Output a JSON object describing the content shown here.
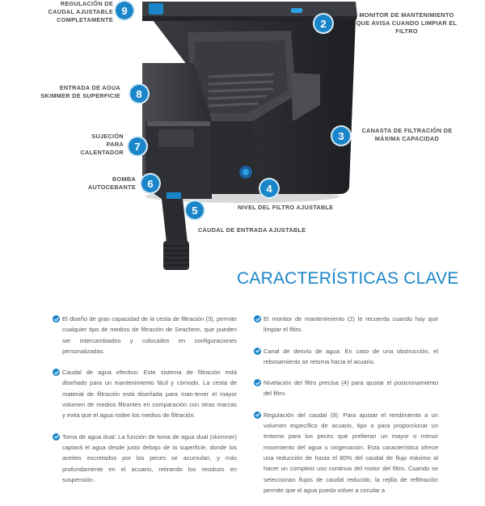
{
  "callouts": [
    {
      "n": "9",
      "label": "Regulación de caudal ajustable completamente"
    },
    {
      "n": "2",
      "label": "Monitor de mantenimiento que avisa cuando limpiar el filtro"
    },
    {
      "n": "8",
      "label": "Entrada de agua skimmer de superficie"
    },
    {
      "n": "3",
      "label": "Canasta de filtración de máxima capacidad"
    },
    {
      "n": "7",
      "label": "Sujeción para calentador"
    },
    {
      "n": "6",
      "label": "Bomba autocebante"
    },
    {
      "n": "4",
      "label": "Nivel del filtro ajustable"
    },
    {
      "n": "5",
      "label": "Caudal de entrada ajustable"
    }
  ],
  "heading": "CARACTERÍSTICAS CLAVE",
  "left_column": [
    "El diseño de gran capacidad de la cesta de filtración (3), permite cualquier tipo de medios de filtración de Seachem, que pueden ser intercambiados y colocados en configuraciones personalizadas.",
    "Caudal de agua efectivo: Este sistema de filtración está diseñado para un mantenimiento fácil y cómodo. La cesta de material de filtración está diseñada para man-tener el mayor volumen de medios filtrantes en comparación con otras marcas y evita que el agua rodee los medios de filtración.",
    "Toma de agua dual: La función de toma de agua dual (skimmer) captará el agua desde justo debajo de la superficie, donde los aceites excretados por los peces se acumulan, y más profundamente en el acuario, retirando los residuos en suspensión."
  ],
  "right_column": [
    "El monitor de mantenimiento (2) le recuerda cuando hay que limpiar el filtro.",
    "Canal de desvío de agua: En caso de una obstrucción, el rebosamiento se retorna hacia el acuario.",
    "Nivelación del filtro precisa (4) para ajustar el posicionamiento del filtro.",
    "Regulación del caudal (9): Para ajustar el rendimiento a un volumen específico de acuario, tipo o para proporcionar un entorno para los peces que prefieran un mayor o menor movimiento del agua u oxigenación. Esta característica ofrece una reducción de hasta el 80% del caudal de flujo máximo al hacer un completo uso continuo del motor del filtro. Cuando se seleccionan flujos de caudal reducido, la rejilla de refiltración permite que el agua pueda volver a circular a"
  ],
  "colors": {
    "accent": "#1a86c9",
    "text": "#555555",
    "label": "#4a4a4a",
    "product": "#2b2d31"
  },
  "icons": [
    "check-circle-icon"
  ]
}
